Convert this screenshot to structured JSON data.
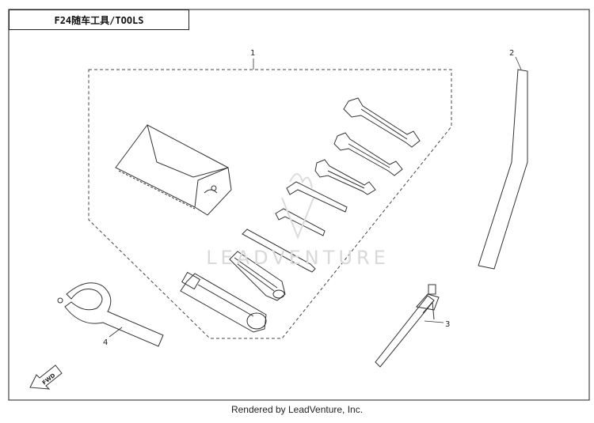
{
  "title": "F24随车工具/TOOLS",
  "watermark": "LEADVENTURE",
  "footer": "Rendered by LeadVenture, Inc.",
  "direction_label": "FWD",
  "callouts": [
    {
      "number": "1",
      "part": "tool-kit-set"
    },
    {
      "number": "2",
      "part": "tool-bar"
    },
    {
      "number": "3",
      "part": "tire-pressure-gauge"
    },
    {
      "number": "4",
      "part": "hook-spanner-wrench"
    }
  ],
  "colors": {
    "line": "#333333",
    "watermark": "#d9d9d9",
    "frame": "#444444"
  }
}
